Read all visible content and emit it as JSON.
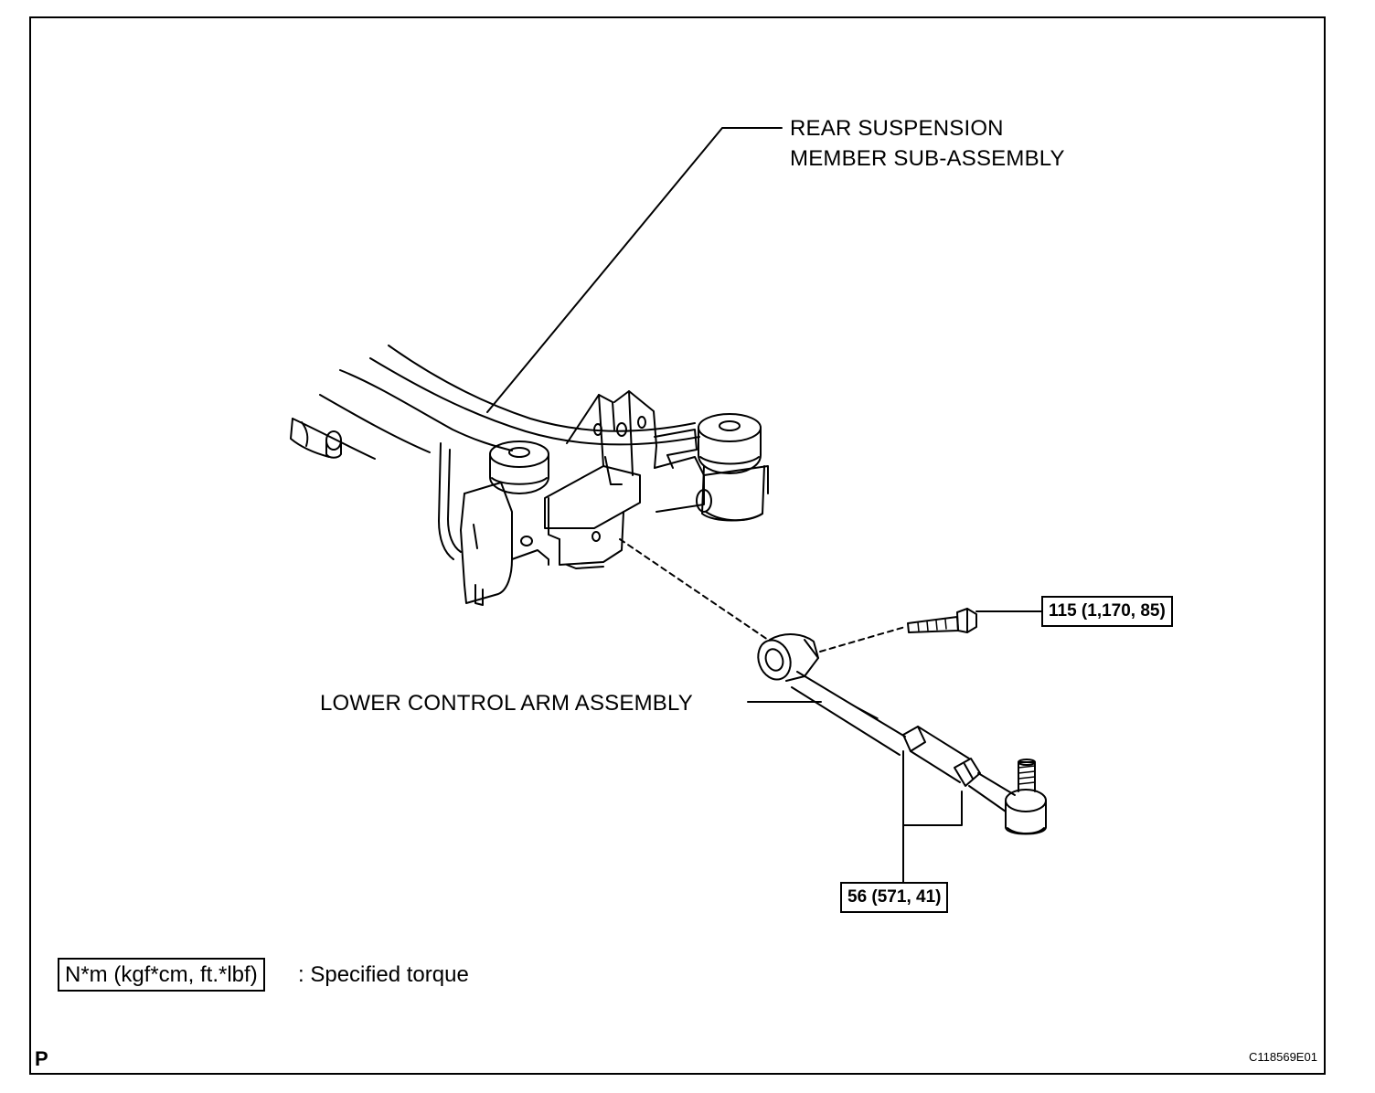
{
  "labels": {
    "rear_member_line1": "REAR SUSPENSION",
    "rear_member_line2": "MEMBER SUB-ASSEMBLY",
    "lower_arm": "LOWER CONTROL ARM ASSEMBLY"
  },
  "torques": {
    "bolt": "115 (1,170, 85)",
    "adjuster": "56 (571, 41)"
  },
  "legend": {
    "unit_box": "N*m (kgf*cm, ft.*lbf)",
    "description": ": Specified torque"
  },
  "footer": {
    "corner_letter": "P",
    "figure_code": "C118569E01"
  }
}
